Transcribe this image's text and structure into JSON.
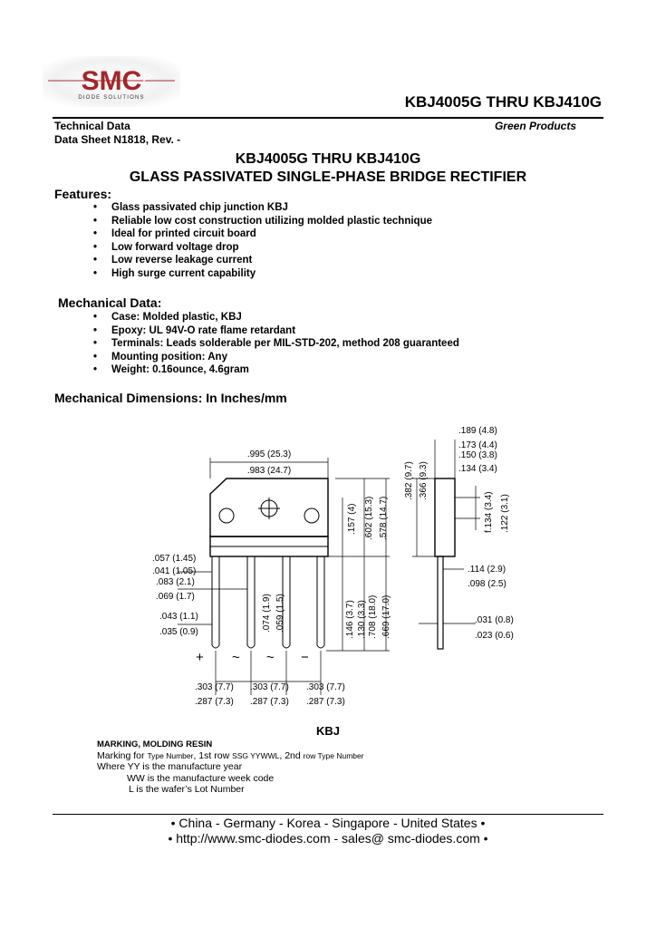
{
  "logo": {
    "text": "SMC",
    "subtext": "DIODE SOLUTIONS"
  },
  "header": {
    "part_range": "KBJ4005G THRU KBJ410G"
  },
  "meta": {
    "technical_data": "Technical Data",
    "data_sheet": "Data Sheet N1818, Rev. -",
    "green": "Green Products"
  },
  "titles": {
    "line1": "KBJ4005G THRU KBJ410G",
    "line2": "GLASS PASSIVATED SINGLE-PHASE BRIDGE RECTIFIER"
  },
  "features": {
    "heading": "Features:",
    "items": [
      "Glass passivated chip junction KBJ",
      "Reliable low cost construction utilizing molded plastic technique",
      "Ideal for printed circuit board",
      "Low forward voltage drop",
      "Low reverse leakage current",
      "High surge current capability"
    ]
  },
  "mechanical": {
    "heading": "Mechanical Data:",
    "items": [
      "Case: Molded plastic, KBJ",
      "Epoxy: UL 94V-O rate flame retardant",
      "Terminals: Leads solderable per MIL-STD-202, method 208 guaranteed",
      "Mounting position: Any",
      "Weight: 0.16ounce, 4.6gram"
    ]
  },
  "dimensions": {
    "heading": "Mechanical Dimensions: In Inches/mm",
    "labels": {
      "w1": ".995 (25.3)",
      "w2": ".983 (24.7)",
      "a1": ".057 (1.45)",
      "a2": ".041 (1.05)",
      "b1": ".083 (2.1)",
      "b2": ".069 (1.7)",
      "c1": ".043 (1.1)",
      "c2": ".035 (0.9)",
      "d1": ".074 (1.9)",
      "d2": ".059 (1.5)",
      "h1": ".157 (4)",
      "h2": ".602 (15.3)",
      "h3": ".578 (14.7)",
      "h4": ".146 (3.7)",
      "h5": ".130 (3.3)",
      "h6": ".708 (18.0)",
      "h7": ".669 (17.0)",
      "p1a": ".303 (7.7)",
      "p1b": ".287 (7.3)",
      "p2a": ".303 (7.7)",
      "p2b": ".287 (7.3)",
      "p3a": ".303 (7.7)",
      "p3b": ".287 (7.3)",
      "s1": ".189 (4.8)",
      "s2": ".173 (4.4)",
      "s3": ".150 (3.8)",
      "s4": ".134 (3.4)",
      "s5": ".382 (9.7)",
      "s6": ".366 (9.3)",
      "s7": "f.134 (3.4)",
      "s8": ".122 (3.1)",
      "s9": ".114 (2.9)",
      "s10": ".098 (2.5)",
      "s11": ".031 (0.8)",
      "s12": ".023 (0.6)"
    },
    "pin_symbols": [
      "+",
      "~",
      "~",
      "−"
    ]
  },
  "package_name": "KBJ",
  "marking": {
    "heading": "MARKING, MOLDING RESIN",
    "line1_a": "Marking for ",
    "line1_b": "Type Number",
    "line1_c": ", 1st row ",
    "line1_d": "SSG YYWWL",
    "line1_e": ", 2nd ",
    "line1_f": "row Type Number",
    "line2": "Where YY is the manufacture year",
    "line3": "WW is the manufacture week code",
    "line4": "L is the wafer’s Lot Number"
  },
  "footer": {
    "line1": "China  -  Germany  -  Korea  -  Singapore  -  United States",
    "line2": "http://www.smc-diodes.com  -  sales@ smc-diodes.com"
  }
}
